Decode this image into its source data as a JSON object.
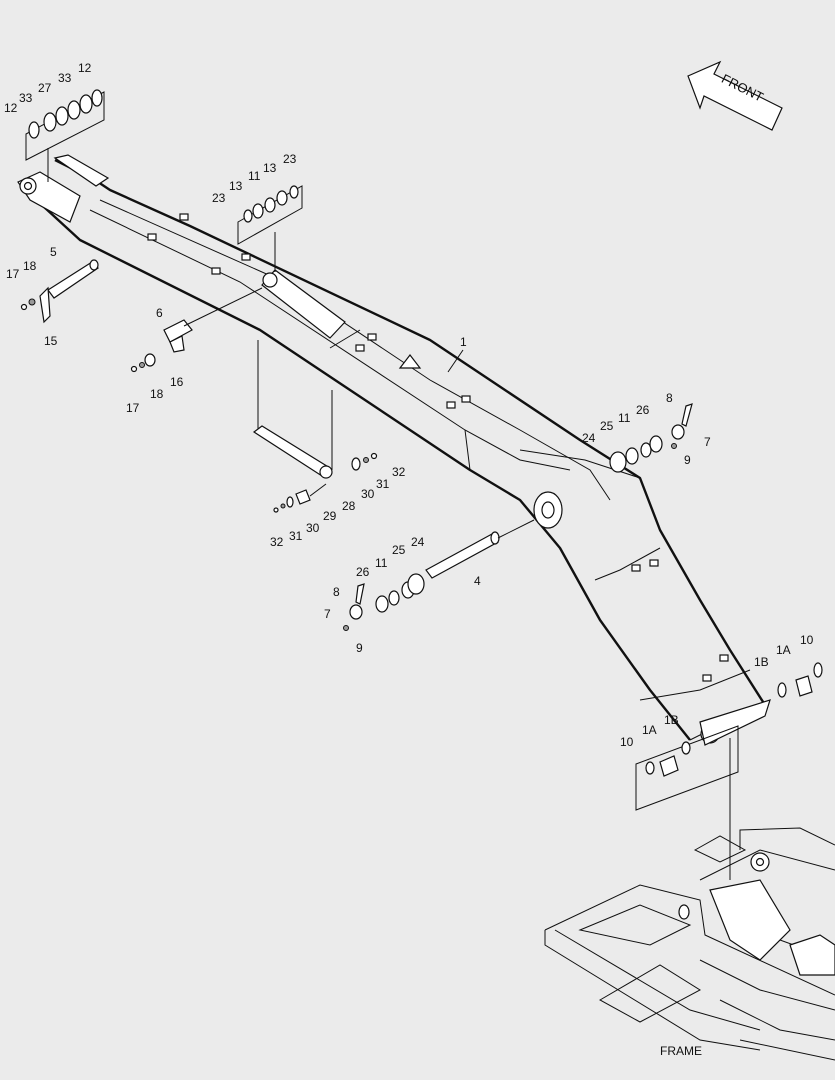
{
  "direction_label": "FRONT",
  "frame_label": "FRAME",
  "callouts": {
    "c1": "1",
    "c1A_a": "1A",
    "c1B_a": "1B",
    "c10_a": "10",
    "c1A_b": "1A",
    "c1B_b": "1B",
    "c10_b": "10",
    "c4": "4",
    "c5": "5",
    "c6": "6",
    "c7_a": "7",
    "c8_a": "8",
    "c9_a": "9",
    "c7_b": "7",
    "c8_b": "8",
    "c9_b": "9",
    "c11_a": "11",
    "c24_a": "24",
    "c25_a": "25",
    "c26_a": "26",
    "c11_b": "11",
    "c24_b": "24",
    "c25_b": "25",
    "c26_b": "26",
    "c12_a": "12",
    "c12_b": "12",
    "c27": "27",
    "c33_a": "33",
    "c33_b": "33",
    "c13_a": "13",
    "c13_b": "13",
    "c11_c": "11",
    "c23_a": "23",
    "c23_b": "23",
    "c15": "15",
    "c16": "16",
    "c17_a": "17",
    "c17_b": "17",
    "c18_a": "18",
    "c18_b": "18",
    "c28": "28",
    "c29": "29",
    "c30_a": "30",
    "c30_b": "30",
    "c31_a": "31",
    "c31_b": "31",
    "c32_a": "32",
    "c32_b": "32"
  }
}
